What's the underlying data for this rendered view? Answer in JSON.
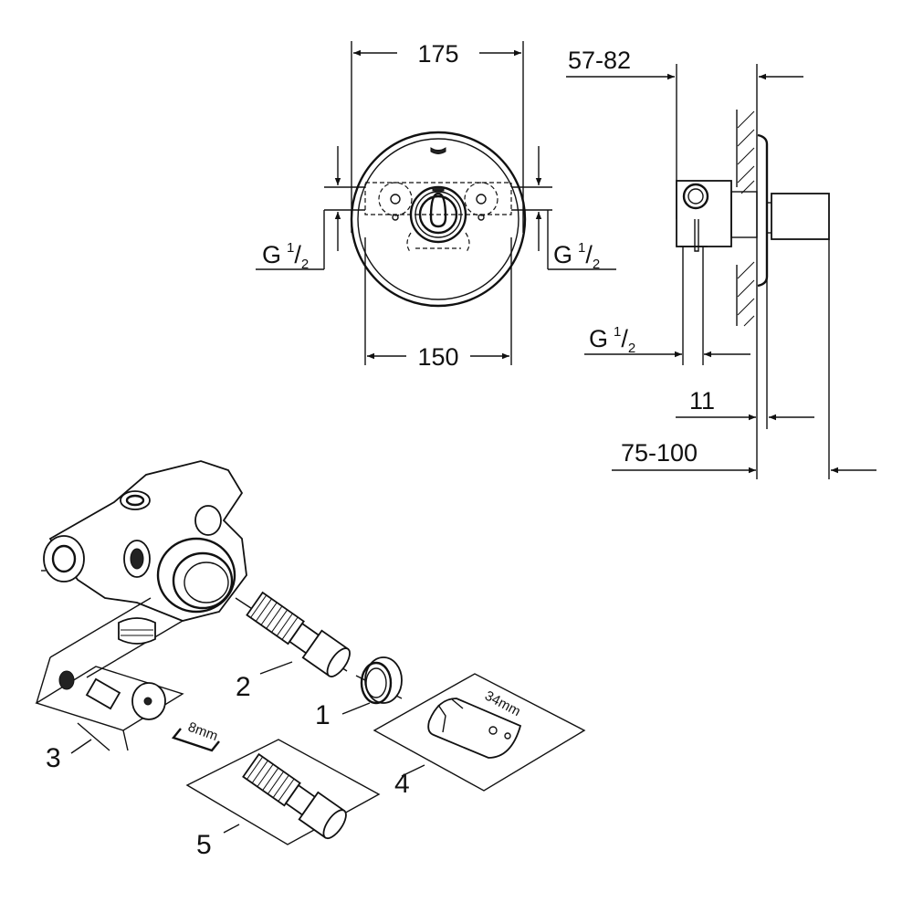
{
  "front_view": {
    "width_outer": "175",
    "width_inner": "150",
    "connection_left": {
      "letter": "G",
      "num": "1",
      "den": "2"
    },
    "connection_right": {
      "letter": "G",
      "num": "1",
      "den": "2"
    }
  },
  "side_view": {
    "depth_range": "57-82",
    "connection": {
      "letter": "G",
      "num": "1",
      "den": "2"
    },
    "plate_thickness": "11",
    "total_depth": "75-100"
  },
  "exploded_view": {
    "callouts": [
      "1",
      "2",
      "3",
      "4",
      "5"
    ],
    "hex_key_size": "8mm",
    "handle_size": "34mm"
  }
}
